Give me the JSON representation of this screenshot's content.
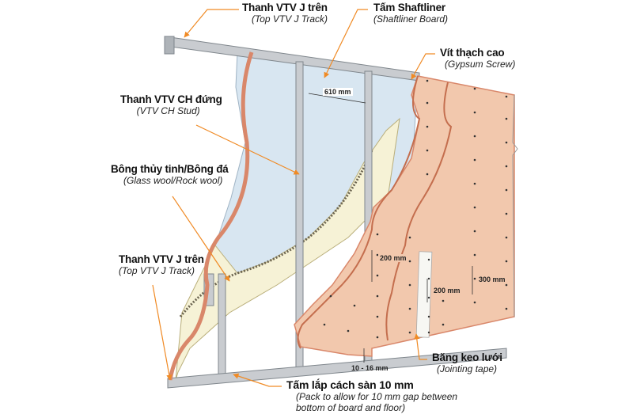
{
  "labels": {
    "top_track": {
      "title": "Thanh VTV J trên",
      "subtitle": "(Top VTV J Track)"
    },
    "shaftliner": {
      "title": "Tấm Shaftliner",
      "subtitle": "(Shaftliner Board)"
    },
    "screw": {
      "title": "Vít thạch cao",
      "subtitle": "(Gypsum Screw)"
    },
    "stud": {
      "title": "Thanh VTV CH đứng",
      "subtitle": "(VTV CH Stud)"
    },
    "wool": {
      "title": "Bông thủy tinh/Bông đá",
      "subtitle": "(Glass wool/Rock wool)"
    },
    "bottom_track": {
      "title": "Thanh VTV J trên",
      "subtitle": "(Top VTV J Track)"
    },
    "tape": {
      "title": "Băng keo lưới",
      "subtitle": "(Jointing tape)"
    },
    "pack": {
      "title": "Tấm lắp cách sàn 10 mm",
      "subtitle_1": "(Pack to allow for 10 mm gap between",
      "subtitle_2": "bottom of board and floor)"
    }
  },
  "dimensions": {
    "stud_spacing": "610 mm",
    "screw_spacing_edge": "200 mm",
    "screw_spacing_tape": "200 mm",
    "screw_spacing_field": "300 mm",
    "floor_gap": "10 - 16 mm"
  },
  "colors": {
    "leader": "#f08a24",
    "board": "#f2c8ad",
    "board_edge": "#d9876a",
    "shaftliner": "#d8e6f1",
    "wool": "#f6f2d6",
    "metal": "#c9ccd0"
  }
}
